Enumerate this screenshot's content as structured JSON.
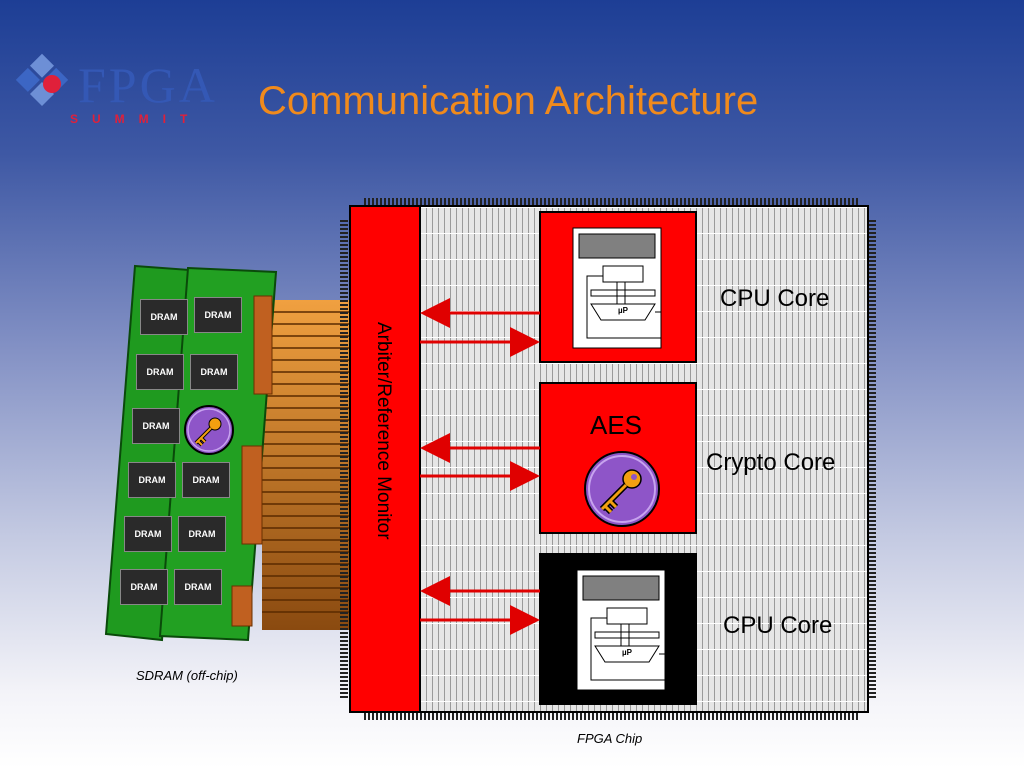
{
  "slide": {
    "title": "Communication Architecture",
    "logo_main": "FPGA",
    "logo_sub": "SUMMIT"
  },
  "diagram": {
    "arbiter_label": "Arbiter/Reference Monitor",
    "aes_label": "AES",
    "cores": [
      "CPU Core",
      "Crypto Core",
      "CPU Core"
    ],
    "up_label": "µP",
    "dram_label": "DRAM",
    "sdram_caption": "SDRAM (off-chip)",
    "fpga_caption": "FPGA Chip",
    "colors": {
      "red": "#ff0000",
      "green": "#1f9a1f",
      "arrow": "#e00000",
      "orange_title": "#f08a1c"
    }
  }
}
